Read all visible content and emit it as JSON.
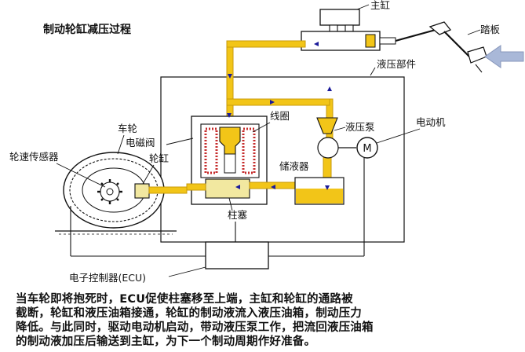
{
  "title": "制动轮缸减压过程",
  "labels": {
    "master_cylinder": "主缸",
    "pedal": "踏板",
    "hydraulic_unit": "液压部件",
    "wheel": "车轮",
    "solenoid_valve": "电磁阀",
    "coil": "线圈",
    "hydraulic_pump": "液压泵",
    "motor": "电动机",
    "motor_symbol": "M",
    "wheel_speed_sensor": "轮速传感器",
    "wheel_cylinder": "轮缸",
    "reservoir": "储液器",
    "plunger": "柱塞",
    "ecu": "电子控制器(ECU)"
  },
  "caption": {
    "line1": "当车轮即将抱死时，ECU促使柱塞移至上端，主缸和轮缸的通路被",
    "line2": "截断，轮缸和液压油箱接通，轮缸的制动液流入液压油箱，制动压力",
    "line3": "降低。与此同时，驱动电动机启动，带动液压泵工作，把流回液压油箱",
    "line4": "的制动液加压后输送到主缸，为下一个制动周期作好准备。"
  },
  "colors": {
    "fluid": "#f2c518",
    "fluid_dark": "#c89a08",
    "flow_arrow": "#1a1a9a",
    "pedal_arrow": "#a9b8d8",
    "ink": "#111111"
  },
  "icons": [
    "gear-icon",
    "motor-icon",
    "pedal-icon",
    "arrow-icon"
  ]
}
